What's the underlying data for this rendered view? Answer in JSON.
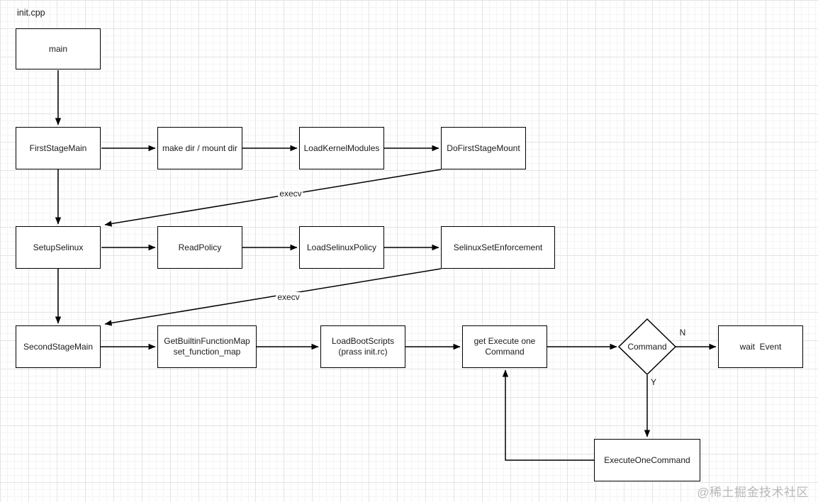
{
  "title": "init.cpp",
  "watermark": "@稀土掘金技术社区",
  "colors": {
    "background": "#ffffff",
    "grid_major": "#e4e4e4",
    "grid_minor": "#f4f4f4",
    "node_fill": "#ffffff",
    "node_stroke": "#000000",
    "text": "#1a1a1a",
    "watermark": "#b8b8b8"
  },
  "nodes": {
    "main": {
      "label": "main"
    },
    "first_stage_main": {
      "label": "FirstStageMain"
    },
    "make_dir_mount_dir": {
      "label": "make dir / mount dir"
    },
    "load_kernel_modules": {
      "label": "LoadKernelModules"
    },
    "do_first_stage_mount": {
      "label": "DoFirstStageMount"
    },
    "setup_selinux": {
      "label": "SetupSelinux"
    },
    "read_policy": {
      "label": "ReadPolicy"
    },
    "load_selinux_policy": {
      "label": "LoadSelinuxPolicy"
    },
    "selinux_set_enforcement": {
      "label": "SelinuxSetEnforcement"
    },
    "second_stage_main": {
      "label": "SecondStageMain"
    },
    "get_builtin_function_map": {
      "label": "GetBuiltinFunctionMap\nset_function_map"
    },
    "load_boot_scripts": {
      "label": "LoadBootScripts\n(prass init.rc)"
    },
    "get_execute_one_command": {
      "label": "get Execute one\nCommand"
    },
    "command": {
      "label": "Command",
      "shape": "diamond"
    },
    "wait_event": {
      "label": "wait  Event"
    },
    "execute_one_command": {
      "label": "ExecuteOneCommand"
    }
  },
  "edge_labels": {
    "execv_1": "execv",
    "execv_2": "execv",
    "n": "N",
    "y": "Y"
  },
  "edges": [
    {
      "from": "main",
      "to": "first_stage_main",
      "label": ""
    },
    {
      "from": "first_stage_main",
      "to": "make_dir_mount_dir",
      "label": ""
    },
    {
      "from": "make_dir_mount_dir",
      "to": "load_kernel_modules",
      "label": ""
    },
    {
      "from": "load_kernel_modules",
      "to": "do_first_stage_mount",
      "label": ""
    },
    {
      "from": "first_stage_main",
      "to": "setup_selinux",
      "label": ""
    },
    {
      "from": "do_first_stage_mount",
      "to": "setup_selinux",
      "label": "execv"
    },
    {
      "from": "setup_selinux",
      "to": "read_policy",
      "label": ""
    },
    {
      "from": "read_policy",
      "to": "load_selinux_policy",
      "label": ""
    },
    {
      "from": "load_selinux_policy",
      "to": "selinux_set_enforcement",
      "label": ""
    },
    {
      "from": "setup_selinux",
      "to": "second_stage_main",
      "label": ""
    },
    {
      "from": "selinux_set_enforcement",
      "to": "second_stage_main",
      "label": "execv"
    },
    {
      "from": "second_stage_main",
      "to": "get_builtin_function_map",
      "label": ""
    },
    {
      "from": "get_builtin_function_map",
      "to": "load_boot_scripts",
      "label": ""
    },
    {
      "from": "load_boot_scripts",
      "to": "get_execute_one_command",
      "label": ""
    },
    {
      "from": "get_execute_one_command",
      "to": "command",
      "label": ""
    },
    {
      "from": "command",
      "to": "wait_event",
      "label": "N"
    },
    {
      "from": "command",
      "to": "execute_one_command",
      "label": "Y"
    },
    {
      "from": "execute_one_command",
      "to": "get_execute_one_command",
      "label": ""
    }
  ]
}
